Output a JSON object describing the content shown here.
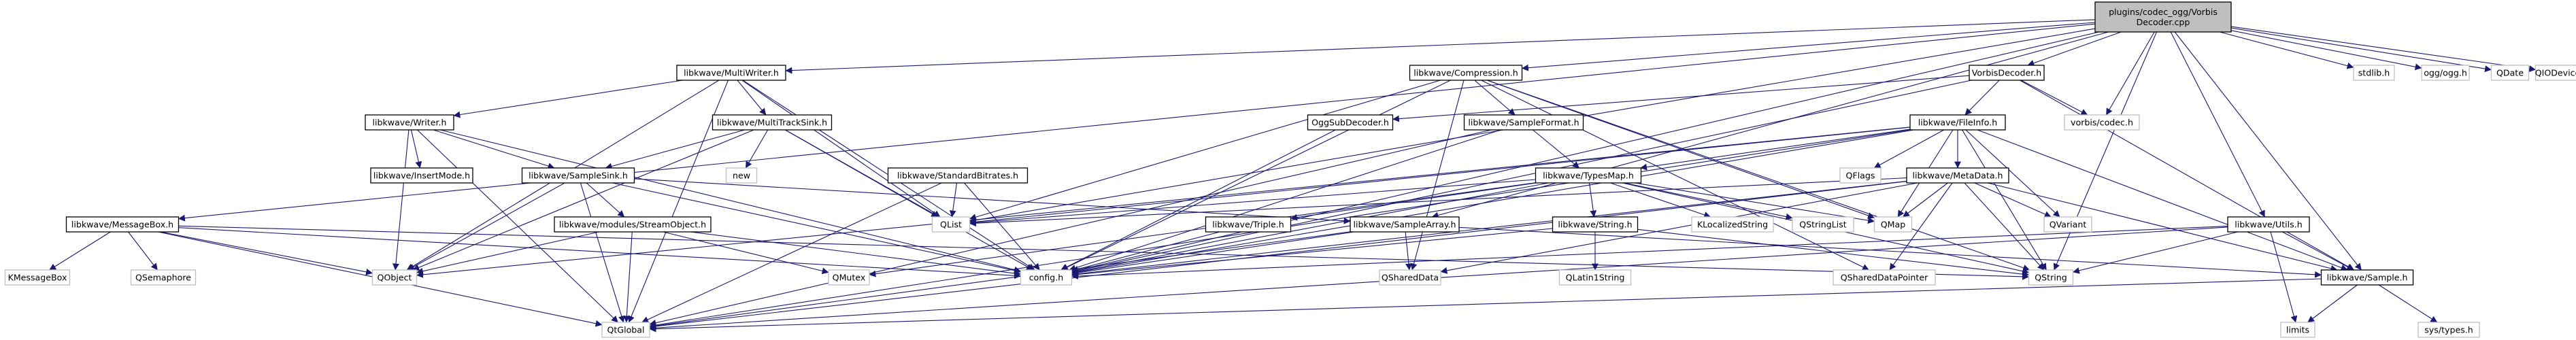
{
  "nodes": [
    {
      "id": "root",
      "lines": [
        "plugins/codec_ogg/Vorbis",
        "Decoder.cpp"
      ],
      "style": "root"
    },
    {
      "id": "multiwriter",
      "lines": [
        "libkwave/MultiWriter.h"
      ],
      "style": "normal"
    },
    {
      "id": "compression",
      "lines": [
        "libkwave/Compression.h"
      ],
      "style": "normal"
    },
    {
      "id": "vorbisdecoder",
      "lines": [
        "VorbisDecoder.h"
      ],
      "style": "normal"
    },
    {
      "id": "stdlib",
      "lines": [
        "stdlib.h"
      ],
      "style": "grey"
    },
    {
      "id": "oggogg",
      "lines": [
        "ogg/ogg.h"
      ],
      "style": "grey"
    },
    {
      "id": "qdate",
      "lines": [
        "QDate"
      ],
      "style": "grey"
    },
    {
      "id": "qiodevice",
      "lines": [
        "QIODevice"
      ],
      "style": "grey"
    },
    {
      "id": "writer",
      "lines": [
        "libkwave/Writer.h"
      ],
      "style": "normal"
    },
    {
      "id": "multitracksink",
      "lines": [
        "libkwave/MultiTrackSink.h"
      ],
      "style": "normal"
    },
    {
      "id": "oggsubdecoder",
      "lines": [
        "OggSubDecoder.h"
      ],
      "style": "normal"
    },
    {
      "id": "sampleformat",
      "lines": [
        "libkwave/SampleFormat.h"
      ],
      "style": "normal"
    },
    {
      "id": "vorbiscodec",
      "lines": [
        "vorbis/codec.h"
      ],
      "style": "grey"
    },
    {
      "id": "fileinfo",
      "lines": [
        "libkwave/FileInfo.h"
      ],
      "style": "normal"
    },
    {
      "id": "insertmode",
      "lines": [
        "libkwave/InsertMode.h"
      ],
      "style": "normal"
    },
    {
      "id": "new",
      "lines": [
        "new"
      ],
      "style": "grey"
    },
    {
      "id": "samplesink",
      "lines": [
        "libkwave/SampleSink.h"
      ],
      "style": "normal"
    },
    {
      "id": "standardbitrates",
      "lines": [
        "libkwave/StandardBitrates.h"
      ],
      "style": "normal"
    },
    {
      "id": "typesmap",
      "lines": [
        "libkwave/TypesMap.h"
      ],
      "style": "normal"
    },
    {
      "id": "qflags",
      "lines": [
        "QFlags"
      ],
      "style": "grey"
    },
    {
      "id": "metadata",
      "lines": [
        "libkwave/MetaData.h"
      ],
      "style": "normal"
    },
    {
      "id": "messagebox",
      "lines": [
        "libkwave/MessageBox.h"
      ],
      "style": "normal"
    },
    {
      "id": "streamobject",
      "lines": [
        "libkwave/modules/StreamObject.h"
      ],
      "style": "normal"
    },
    {
      "id": "qlist",
      "lines": [
        "QList"
      ],
      "style": "grey"
    },
    {
      "id": "triple",
      "lines": [
        "libkwave/Triple.h"
      ],
      "style": "normal"
    },
    {
      "id": "samplearray",
      "lines": [
        "libkwave/SampleArray.h"
      ],
      "style": "normal"
    },
    {
      "id": "stringh",
      "lines": [
        "libkwave/String.h"
      ],
      "style": "normal"
    },
    {
      "id": "klocalizedstring",
      "lines": [
        "KLocalizedString"
      ],
      "style": "grey"
    },
    {
      "id": "qstringlist",
      "lines": [
        "QStringList"
      ],
      "style": "grey"
    },
    {
      "id": "qmap",
      "lines": [
        "QMap"
      ],
      "style": "grey"
    },
    {
      "id": "qvariant",
      "lines": [
        "QVariant"
      ],
      "style": "grey"
    },
    {
      "id": "utils",
      "lines": [
        "libkwave/Utils.h"
      ],
      "style": "normal"
    },
    {
      "id": "kmessagebox",
      "lines": [
        "KMessageBox"
      ],
      "style": "grey"
    },
    {
      "id": "qsemaphore",
      "lines": [
        "QSemaphore"
      ],
      "style": "grey"
    },
    {
      "id": "qobject",
      "lines": [
        "QObject"
      ],
      "style": "grey"
    },
    {
      "id": "qmutex",
      "lines": [
        "QMutex"
      ],
      "style": "grey"
    },
    {
      "id": "config",
      "lines": [
        "config.h"
      ],
      "style": "grey"
    },
    {
      "id": "qshareddata",
      "lines": [
        "QSharedData"
      ],
      "style": "grey"
    },
    {
      "id": "qlatin1string",
      "lines": [
        "QLatin1String"
      ],
      "style": "grey"
    },
    {
      "id": "qshareddatapointer",
      "lines": [
        "QSharedDataPointer"
      ],
      "style": "grey"
    },
    {
      "id": "qstring",
      "lines": [
        "QString"
      ],
      "style": "grey"
    },
    {
      "id": "sample",
      "lines": [
        "libkwave/Sample.h"
      ],
      "style": "normal"
    },
    {
      "id": "qglobal",
      "lines": [
        "QtGlobal"
      ],
      "style": "grey"
    },
    {
      "id": "limits",
      "lines": [
        "limits"
      ],
      "style": "grey"
    },
    {
      "id": "systypes",
      "lines": [
        "sys/types.h"
      ],
      "style": "grey"
    }
  ],
  "edges": [
    [
      "root",
      "messagebox"
    ],
    [
      "root",
      "multiwriter"
    ],
    [
      "root",
      "compression"
    ],
    [
      "root",
      "samplearray"
    ],
    [
      "root",
      "vorbisdecoder"
    ],
    [
      "root",
      "vorbiscodec"
    ],
    [
      "root",
      "stdlib"
    ],
    [
      "root",
      "oggogg"
    ],
    [
      "root",
      "qdate"
    ],
    [
      "root",
      "qiodevice"
    ],
    [
      "root",
      "utils"
    ],
    [
      "root",
      "sample"
    ],
    [
      "root",
      "config"
    ],
    [
      "root",
      "qstring"
    ],
    [
      "root",
      "qlist"
    ],
    [
      "multiwriter",
      "writer"
    ],
    [
      "multiwriter",
      "multitracksink"
    ],
    [
      "multiwriter",
      "qobject"
    ],
    [
      "multiwriter",
      "qglobal"
    ],
    [
      "multiwriter",
      "qlist"
    ],
    [
      "multiwriter",
      "config"
    ],
    [
      "compression",
      "sampleformat"
    ],
    [
      "compression",
      "qlist"
    ],
    [
      "compression",
      "qmap"
    ],
    [
      "compression",
      "qshareddata"
    ],
    [
      "compression",
      "qshareddatapointer"
    ],
    [
      "compression",
      "config"
    ],
    [
      "compression",
      "qstring"
    ],
    [
      "vorbisdecoder",
      "oggsubdecoder"
    ],
    [
      "vorbisdecoder",
      "fileinfo"
    ],
    [
      "vorbisdecoder",
      "vorbiscodec"
    ],
    [
      "vorbisdecoder",
      "sample"
    ],
    [
      "vorbisdecoder",
      "config"
    ],
    [
      "writer",
      "insertmode"
    ],
    [
      "writer",
      "samplesink"
    ],
    [
      "writer",
      "qobject"
    ],
    [
      "writer",
      "qglobal"
    ],
    [
      "writer",
      "config"
    ],
    [
      "multitracksink",
      "new"
    ],
    [
      "multitracksink",
      "samplesink"
    ],
    [
      "multitracksink",
      "qobject"
    ],
    [
      "multitracksink",
      "qlist"
    ],
    [
      "multitracksink",
      "config"
    ],
    [
      "oggsubdecoder",
      "config"
    ],
    [
      "sampleformat",
      "typesmap"
    ],
    [
      "sampleformat",
      "qglobal"
    ],
    [
      "sampleformat",
      "config"
    ],
    [
      "fileinfo",
      "typesmap"
    ],
    [
      "fileinfo",
      "metadata"
    ],
    [
      "fileinfo",
      "qflags"
    ],
    [
      "fileinfo",
      "qlist"
    ],
    [
      "fileinfo",
      "qmap"
    ],
    [
      "fileinfo",
      "qvariant"
    ],
    [
      "fileinfo",
      "qstring"
    ],
    [
      "fileinfo",
      "sample"
    ],
    [
      "fileinfo",
      "qglobal"
    ],
    [
      "fileinfo",
      "qobject"
    ],
    [
      "fileinfo",
      "config"
    ],
    [
      "samplesink",
      "streamobject"
    ],
    [
      "samplesink",
      "samplearray"
    ],
    [
      "samplesink",
      "qobject"
    ],
    [
      "samplesink",
      "qglobal"
    ],
    [
      "samplesink",
      "config"
    ],
    [
      "standardbitrates",
      "qlist"
    ],
    [
      "standardbitrates",
      "qglobal"
    ],
    [
      "standardbitrates",
      "config"
    ],
    [
      "typesmap",
      "triple"
    ],
    [
      "typesmap",
      "stringh"
    ],
    [
      "typesmap",
      "klocalizedstring"
    ],
    [
      "typesmap",
      "qstringlist"
    ],
    [
      "typesmap",
      "qmap"
    ],
    [
      "typesmap",
      "qstring"
    ],
    [
      "typesmap",
      "qlist"
    ],
    [
      "typesmap",
      "qmutex"
    ],
    [
      "typesmap",
      "config"
    ],
    [
      "metadata",
      "qmap"
    ],
    [
      "metadata",
      "qvariant"
    ],
    [
      "metadata",
      "qlist"
    ],
    [
      "metadata",
      "qshareddata"
    ],
    [
      "metadata",
      "qshareddatapointer"
    ],
    [
      "metadata",
      "qstring"
    ],
    [
      "metadata",
      "sample"
    ],
    [
      "metadata",
      "qglobal"
    ],
    [
      "metadata",
      "config"
    ],
    [
      "messagebox",
      "kmessagebox"
    ],
    [
      "messagebox",
      "qsemaphore"
    ],
    [
      "messagebox",
      "qobject"
    ],
    [
      "messagebox",
      "qglobal"
    ],
    [
      "messagebox",
      "qstring"
    ],
    [
      "messagebox",
      "config"
    ],
    [
      "streamobject",
      "qobject"
    ],
    [
      "streamobject",
      "qmutex"
    ],
    [
      "streamobject",
      "qglobal"
    ],
    [
      "streamobject",
      "config"
    ],
    [
      "triple",
      "config"
    ],
    [
      "samplearray",
      "qshareddata"
    ],
    [
      "samplearray",
      "sample"
    ],
    [
      "samplearray",
      "qglobal"
    ],
    [
      "samplearray",
      "config"
    ],
    [
      "stringh",
      "qlatin1string"
    ],
    [
      "stringh",
      "qstring"
    ],
    [
      "stringh",
      "config"
    ],
    [
      "utils",
      "sample"
    ],
    [
      "utils",
      "limits"
    ],
    [
      "utils",
      "qstring"
    ],
    [
      "utils",
      "qglobal"
    ],
    [
      "utils",
      "config"
    ],
    [
      "sample",
      "qglobal"
    ],
    [
      "sample",
      "limits"
    ],
    [
      "sample",
      "systypes"
    ]
  ]
}
